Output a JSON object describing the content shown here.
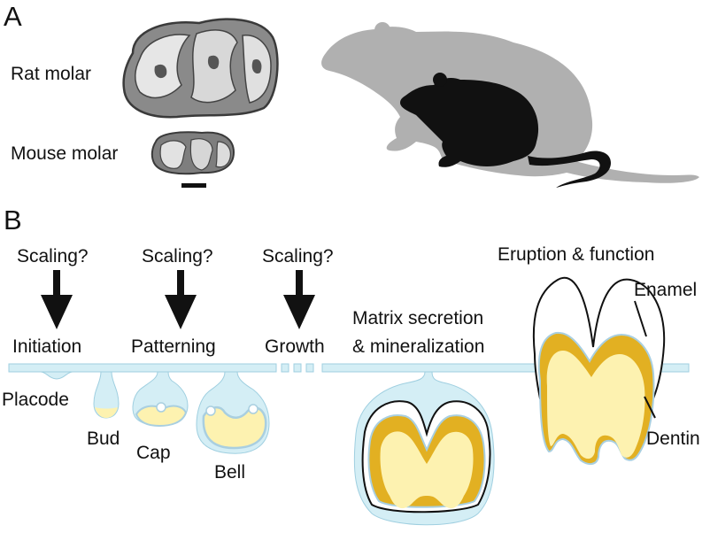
{
  "panels": {
    "a": "A",
    "b": "B"
  },
  "panel_a": {
    "rat_molar": "Rat molar",
    "mouse_molar": "Mouse molar",
    "rat_icon": "rat-silhouette",
    "mouse_icon": "mouse-silhouette"
  },
  "panel_b": {
    "scaling_1": "Scaling?",
    "scaling_2": "Scaling?",
    "scaling_3": "Scaling?",
    "eruption": "Eruption & function",
    "initiation": "Initiation",
    "patterning": "Patterning",
    "growth": "Growth",
    "matrix_line1": "Matrix secretion",
    "matrix_line2": "& mineralization",
    "enamel": "Enamel",
    "dentin": "Dentin",
    "placode": "Placode",
    "bud": "Bud",
    "cap": "Cap",
    "bell": "Bell"
  },
  "colors": {
    "epithelium": "#d4eef5",
    "epithelium_edge": "#9fcfe0",
    "dentin_light": "#fdf2b0",
    "dentin_dark": "#e2b022",
    "rat": "#b0b0b0",
    "mouse": "#111111",
    "molar": "#7a7a7a"
  }
}
